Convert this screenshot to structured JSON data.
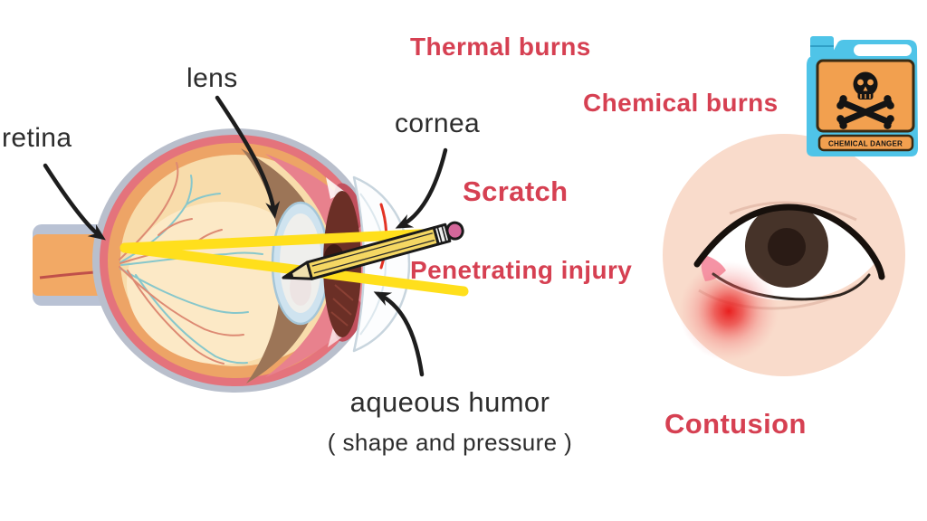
{
  "diagram": {
    "subject": "eye injuries illustration",
    "anatomy_labels": {
      "retina": "retina",
      "lens": "lens",
      "cornea": "cornea",
      "aqueous_humor": "aqueous humor",
      "aqueous_humor_note": "( shape and pressure )"
    },
    "injury_labels": {
      "thermal_burns": "Thermal burns",
      "chemical_burns": "Chemical burns",
      "scratch": "Scratch",
      "penetrating_injury": "Penetrating injury",
      "contusion": "Contusion"
    },
    "chemical_jug": {
      "warning_text": "CHEMICAL DANGER"
    },
    "colors": {
      "injury_label_red": "#d64052",
      "anatomy_label_black": "#2d2d2d",
      "light_ray_yellow": "#ffdf1c",
      "jug_blue": "#4fc4e8",
      "warning_label_orange": "#f2a04f",
      "skin_tone": "#f9dbcb",
      "contusion_red": "#e81515",
      "sclera_gray": "#b9bfcc",
      "choroid_pink": "#e4737c",
      "retina_orange": "#eda466",
      "vitreous_cream": "#f8dcab"
    }
  }
}
